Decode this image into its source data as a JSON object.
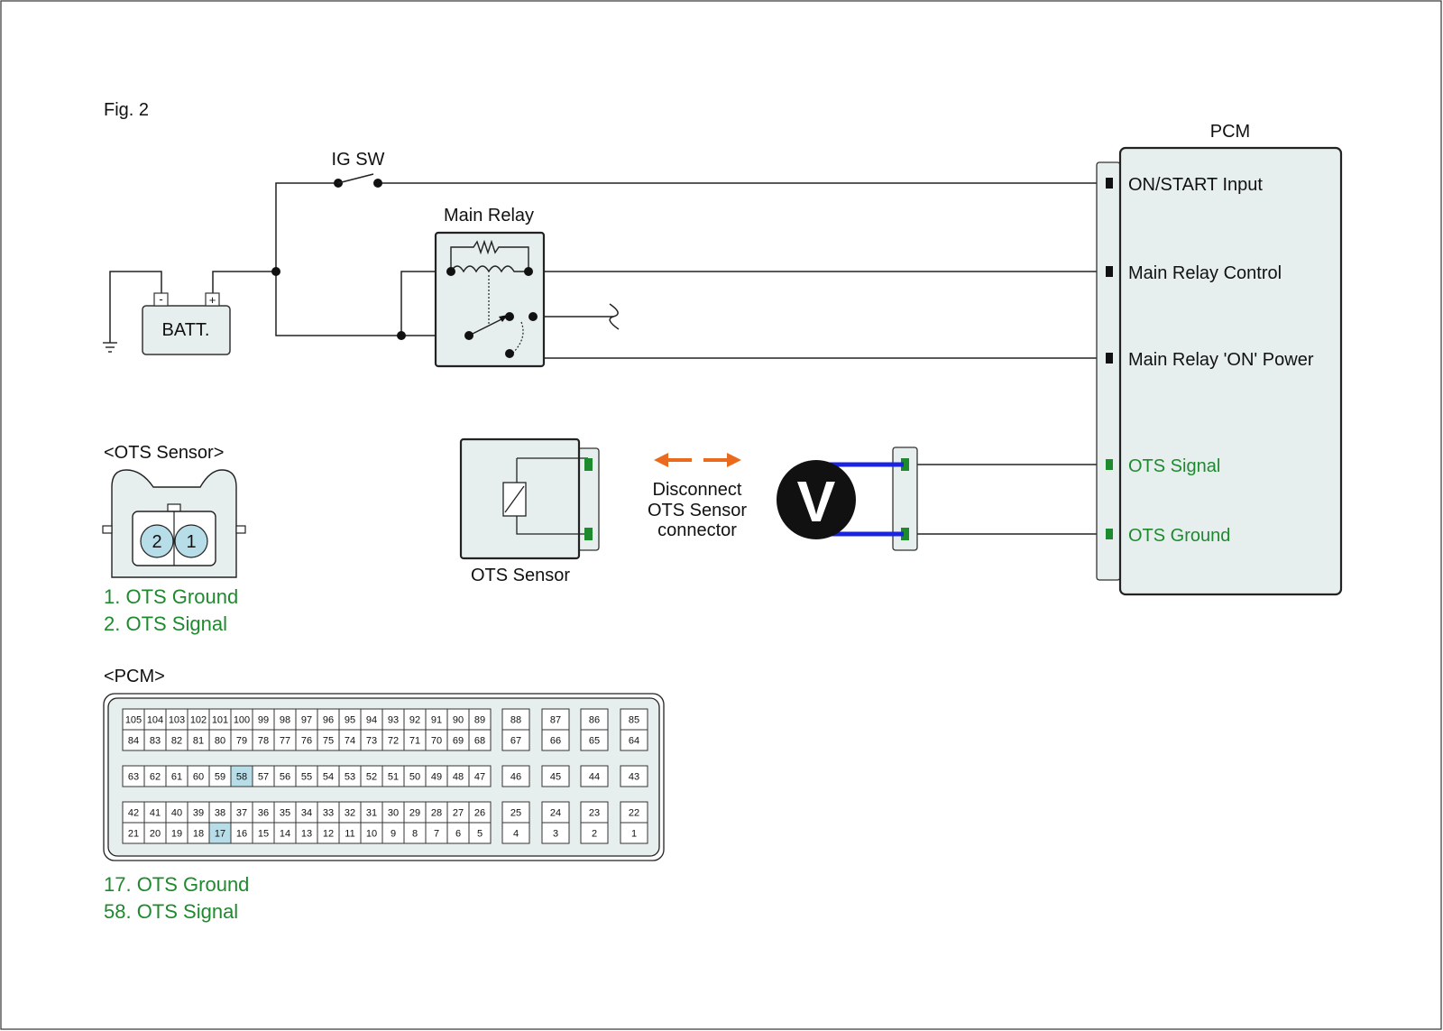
{
  "figure_label": "Fig. 2",
  "ig_sw_label": "IG SW",
  "main_relay_label": "Main Relay",
  "battery_label": "BATT.",
  "battery_minus": "-",
  "battery_plus": "+",
  "pcm_title": "PCM",
  "pcm_terminals": [
    {
      "label": "ON/START Input"
    },
    {
      "label": "Main Relay Control"
    },
    {
      "label": "Main Relay 'ON' Power"
    },
    {
      "label": "OTS Signal"
    },
    {
      "label": "OTS Ground"
    }
  ],
  "voltmeter_label": "V",
  "instruction_lines": [
    "Disconnect",
    "OTS Sensor",
    "connector"
  ],
  "ots_sensor_box_label": "OTS Sensor",
  "ots_connector": {
    "title": "<OTS Sensor>",
    "pin_left": "2",
    "pin_right": "1",
    "legend": [
      "1. OTS Ground",
      "2. OTS Signal"
    ]
  },
  "pcm_connector": {
    "title": "<PCM>",
    "highlighted_pins": [
      "58",
      "17"
    ],
    "highlight_color": "#b7dde8",
    "legend": [
      "17. OTS Ground",
      "58. OTS Signal"
    ],
    "rows_top": [
      [
        "105",
        "104",
        "103",
        "102",
        "101",
        "100",
        "99",
        "98",
        "97",
        "96",
        "95",
        "94",
        "93",
        "92",
        "91",
        "90",
        "89"
      ],
      [
        "84",
        "83",
        "82",
        "81",
        "80",
        "79",
        "78",
        "77",
        "76",
        "75",
        "74",
        "73",
        "72",
        "71",
        "70",
        "69",
        "68"
      ]
    ],
    "rows_top_side": [
      [
        "88",
        "87",
        "86",
        "85"
      ],
      [
        "67",
        "66",
        "65",
        "64"
      ]
    ],
    "row_mid": [
      "63",
      "62",
      "61",
      "60",
      "59",
      "58",
      "57",
      "56",
      "55",
      "54",
      "53",
      "52",
      "51",
      "50",
      "49",
      "48",
      "47"
    ],
    "row_mid_side": [
      "46",
      "45",
      "44",
      "43"
    ],
    "rows_bottom": [
      [
        "42",
        "41",
        "40",
        "39",
        "38",
        "37",
        "36",
        "35",
        "34",
        "33",
        "32",
        "31",
        "30",
        "29",
        "28",
        "27",
        "26"
      ],
      [
        "21",
        "20",
        "19",
        "18",
        "17",
        "16",
        "15",
        "14",
        "13",
        "12",
        "11",
        "10",
        "9",
        "8",
        "7",
        "6",
        "5"
      ]
    ],
    "rows_bottom_side": [
      [
        "25",
        "24",
        "23",
        "22"
      ],
      [
        "4",
        "3",
        "2",
        "1"
      ]
    ]
  },
  "colors": {
    "component_fill": "#e6eeee",
    "signal_green": "#1e8a2e",
    "arrow_orange": "#ea6a1e",
    "probe_blue": "#1a23e0"
  }
}
